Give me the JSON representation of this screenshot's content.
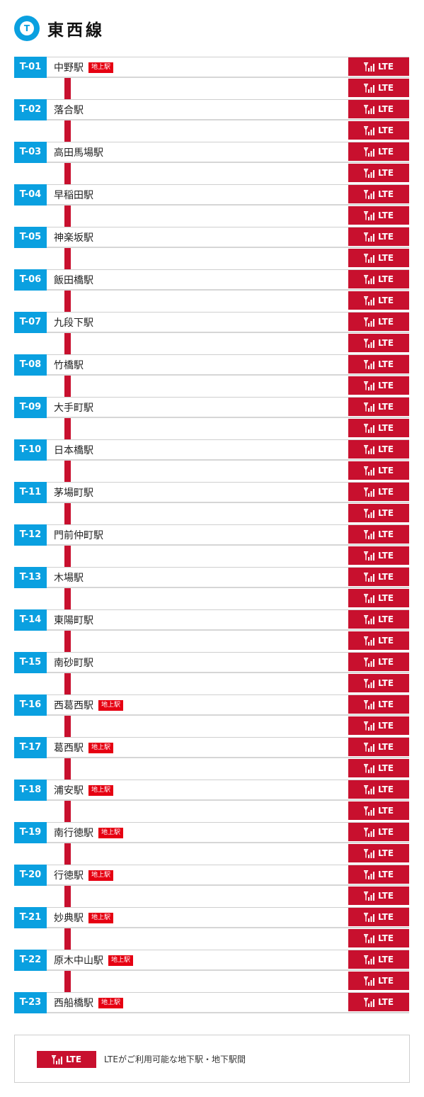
{
  "header": {
    "logo_letter": "T",
    "line_name": "東西線"
  },
  "badge_label": "LTE",
  "tag_label": "地上駅",
  "colors": {
    "line_blue": "#0aa0e0",
    "lte_red": "#c8102e",
    "tag_red": "#e60012"
  },
  "stations": [
    {
      "code": "T-01",
      "name": "中野駅",
      "above_ground": true
    },
    {
      "code": "T-02",
      "name": "落合駅",
      "above_ground": false
    },
    {
      "code": "T-03",
      "name": "高田馬場駅",
      "above_ground": false
    },
    {
      "code": "T-04",
      "name": "早稲田駅",
      "above_ground": false
    },
    {
      "code": "T-05",
      "name": "神楽坂駅",
      "above_ground": false
    },
    {
      "code": "T-06",
      "name": "飯田橋駅",
      "above_ground": false
    },
    {
      "code": "T-07",
      "name": "九段下駅",
      "above_ground": false
    },
    {
      "code": "T-08",
      "name": "竹橋駅",
      "above_ground": false
    },
    {
      "code": "T-09",
      "name": "大手町駅",
      "above_ground": false
    },
    {
      "code": "T-10",
      "name": "日本橋駅",
      "above_ground": false
    },
    {
      "code": "T-11",
      "name": "茅場町駅",
      "above_ground": false
    },
    {
      "code": "T-12",
      "name": "門前仲町駅",
      "above_ground": false
    },
    {
      "code": "T-13",
      "name": "木場駅",
      "above_ground": false
    },
    {
      "code": "T-14",
      "name": "東陽町駅",
      "above_ground": false
    },
    {
      "code": "T-15",
      "name": "南砂町駅",
      "above_ground": false
    },
    {
      "code": "T-16",
      "name": "西葛西駅",
      "above_ground": true
    },
    {
      "code": "T-17",
      "name": "葛西駅",
      "above_ground": true
    },
    {
      "code": "T-18",
      "name": "浦安駅",
      "above_ground": true
    },
    {
      "code": "T-19",
      "name": "南行徳駅",
      "above_ground": true
    },
    {
      "code": "T-20",
      "name": "行徳駅",
      "above_ground": true
    },
    {
      "code": "T-21",
      "name": "妙典駅",
      "above_ground": true
    },
    {
      "code": "T-22",
      "name": "原木中山駅",
      "above_ground": true
    },
    {
      "code": "T-23",
      "name": "西船橋駅",
      "above_ground": true
    }
  ],
  "legend": {
    "badge_label": "LTE",
    "text": "LTEがご利用可能な地下駅・地下駅間"
  }
}
